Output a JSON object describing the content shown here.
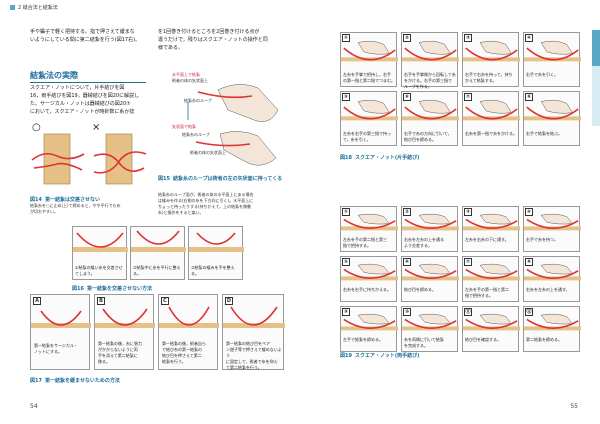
{
  "running_head": "2 縫合法と結紮法",
  "left": {
    "para1": [
      "手や鑷子で軽く把持する。指で押さえて緩まな",
      "いようにしている間に第二結紮を行う(図17右)。"
    ],
    "heading": "結紮法の実際",
    "para2": [
      "スクエア・ノットについて，片手結びを図",
      "16，両手結びを図19，器械結びを図20に解説し",
      "た。サージカル・ノットは器械結びの図20⑦",
      "において，スクエア・ノットが時針数に糸か捻"
    ],
    "para_right": [
      "を1回巻き付けるところを2回巻き付ける点が",
      "違うだけで，残りはスクエア・ノットの操作と同",
      "様である。"
    ],
    "fig14": {
      "num": "図14",
      "title": "第一結紮は交差させない",
      "note": [
        "結紮糸を○に止め(上)て締めると，やや平行でも糸",
        "が切れやすい。"
      ],
      "ok": "○",
      "ng": "×"
    },
    "fig15": {
      "num": "図15",
      "title": "結紮糸のループは術者の左の矢状面に持ってくる",
      "labels": [
        "水平面上で結紮",
        "術者の体の矢状面上",
        "矢状面で結紮",
        "結紮糸のループ",
        "結紮糸のループ",
        "術者の体の矢状面上"
      ],
      "note": [
        "結紮糸のループ面が，術者の体の水平面上にある場合",
        "は緩みを作る(右側の糸を下方向に引く)。水平面上に",
        "ちょっと待ったりする(持ちかえて，上の結紮を移動",
        "糸)と操作をすると楽い。"
      ]
    },
    "fig16": {
      "num": "図16",
      "title": "第一結紮を交差させない方法",
      "notes": [
        "①結紮の緩い糸を交差させてしまう。",
        "②結紮中に糸を平行に整える。",
        "③結紮の緩みを手を整える。"
      ]
    },
    "fig17": {
      "num": "図17",
      "title": "第一結紮を緩ませないための方法",
      "cells": [
        {
          "label": "A",
          "text": [
            "第一結紮をサージカル・",
            "ノットにする。"
          ]
        },
        {
          "label": "B",
          "text": [
            "第一結紮の後，糸に張力",
            "がかからないように両",
            "手を添えて第二結紮に",
            "移る。"
          ]
        },
        {
          "label": "C",
          "text": [
            "第一結紮の後，術者自ら",
            "で結び糸の第一結紮の",
            "結び目を押さえて第二",
            "結紮を行う。"
          ]
        },
        {
          "label": "D",
          "text": [
            "第一結紮の結び目をペア",
            "ン鉗子等で押さえて緩めないよう",
            "に固定して，術者で糸を抑え",
            "て第二結紮を行う。"
          ]
        }
      ]
    },
    "page_number": "54"
  },
  "right": {
    "fig18": {
      "num": "図18",
      "title": "スクエア・ノット(片手結び)",
      "cells": [
        {
          "label": "①",
          "text": [
            "左糸を手掌で把持し，右手",
            "の第一指と第二指でつまむ。"
          ]
        },
        {
          "label": "②",
          "text": [
            "右手を手掌側から回転して糸",
            "をかける。右手の第三指で",
            "ループを作る。"
          ]
        },
        {
          "label": "③",
          "text": [
            "右手で右糸を持って，持ち",
            "かえて結紮する。"
          ]
        },
        {
          "label": "④",
          "text": [
            "右手で糸を引く。"
          ]
        },
        {
          "label": "⑤",
          "text": [
            "左糸を右手の第三指で持っ",
            "て，糸を引く。"
          ]
        },
        {
          "label": "⑥",
          "text": [
            "右手で糸の方向に引いて，",
            "結び目を締める。"
          ]
        },
        {
          "label": "⑦",
          "text": [
            "右糸を第一指で糸をかける。"
          ]
        },
        {
          "label": "⑧",
          "text": [
            "右手で結紮を結ぶ。"
          ]
        }
      ]
    },
    "fig19": {
      "num": "図19",
      "title": "スクエア・ノット(両手結び)",
      "cells": [
        {
          "label": "①",
          "text": [
            "左糸を手の第二指と第三",
            "指で把持する。"
          ]
        },
        {
          "label": "②",
          "text": [
            "右糸を左糸の上を通る",
            "よう交差する。"
          ]
        },
        {
          "label": "③",
          "text": [
            "左糸を右糸の下に通す。"
          ]
        },
        {
          "label": "④",
          "text": [
            "右手で糸を持つ。"
          ]
        },
        {
          "label": "⑤",
          "text": [
            "右糸を右手に持ちかえる。"
          ]
        },
        {
          "label": "⑥",
          "text": [
            "結び目を締める。"
          ]
        },
        {
          "label": "⑦",
          "text": [
            "左糸を手の第一指と第二",
            "指で把持する。"
          ]
        },
        {
          "label": "⑧",
          "text": [
            "右糸を左糸の上を通す。"
          ]
        },
        {
          "label": "⑨",
          "text": [
            "左手で結紮を締める。"
          ]
        },
        {
          "label": "⑩",
          "text": [
            "糸を両側に引いて結紮",
            "を完成する。"
          ]
        },
        {
          "label": "⑪",
          "text": [
            "結び目を確認する。"
          ]
        },
        {
          "label": "⑫",
          "text": [
            "第二結紮を締める。"
          ]
        }
      ]
    },
    "page_number": "55"
  }
}
